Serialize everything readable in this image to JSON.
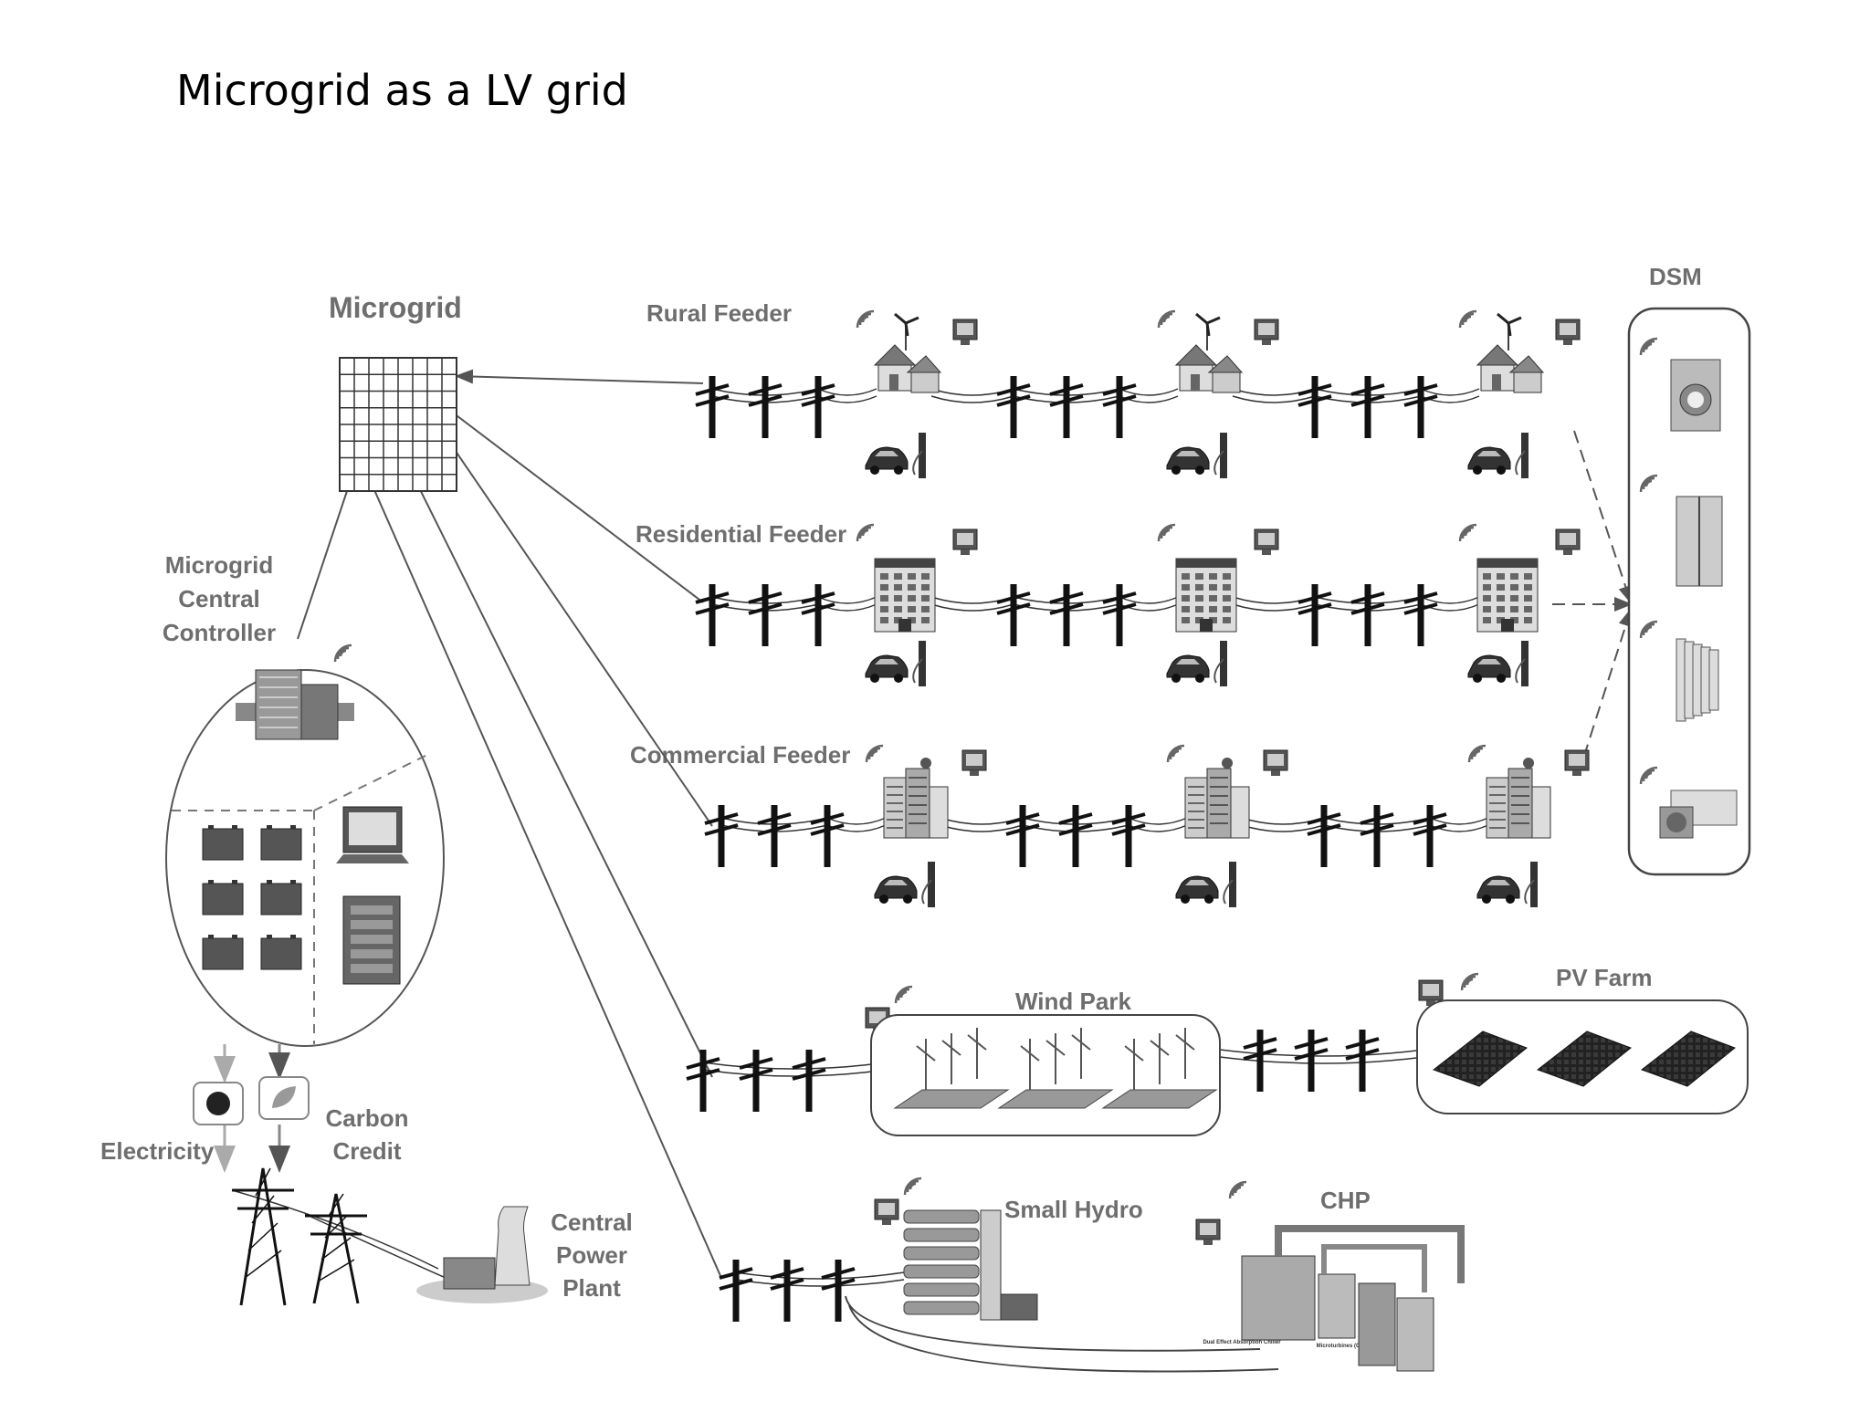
{
  "slide": {
    "title": "Microgrid as a LV grid"
  },
  "diagram": {
    "microgrid_label": "Microgrid",
    "controller_label": [
      "Microgrid",
      "Central",
      "Controller"
    ],
    "feeders": {
      "rural": "Rural Feeder",
      "residential": "Residential Feeder",
      "commercial": "Commercial Feeder"
    },
    "dsm_label": "DSM",
    "wind_park_label": "Wind Park",
    "pv_farm_label": "PV Farm",
    "small_hydro_label": "Small Hydro",
    "chp_label": "CHP",
    "electricity_label": "Electricity",
    "carbon_credit_label": [
      "Carbon",
      "Credit"
    ],
    "central_power_plant_label": [
      "Central",
      "Power",
      "Plant"
    ],
    "chp_sublabels": [
      "Dual Effect Absorption Chiller",
      "Microturbines (Capstone)"
    ],
    "icon_names": [
      "wifi-icon",
      "wind-turbine-icon",
      "computer-icon",
      "house-icon",
      "electric-car-icon",
      "charging-station-icon",
      "apartment-building-icon",
      "commercial-building-icon",
      "washing-machine-icon",
      "refrigerator-icon",
      "heater-icon",
      "air-conditioner-icon",
      "battery-icon",
      "server-icon",
      "transmission-tower-icon",
      "power-plant-icon",
      "solar-panel-icon",
      "hydro-dam-icon",
      "chp-unit-icon",
      "utility-pole-icon"
    ]
  }
}
